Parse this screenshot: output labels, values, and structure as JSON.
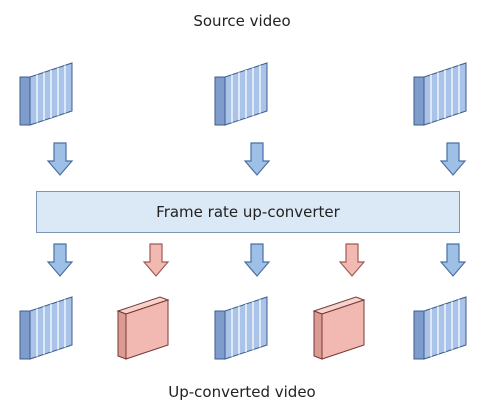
{
  "title_top": "Source video",
  "title_bottom": "Up-converted video",
  "converter_label": "Frame rate up-converter",
  "colors": {
    "source_frame": "#a9c4e8",
    "source_stroke": "#3f5d8c",
    "interpolated_frame": "#f2b9b3",
    "interpolated_stroke": "#7a3a33",
    "arrow_blue": "#9ec0e6",
    "arrow_blue_stroke": "#4a6fa3",
    "arrow_red": "#f2b9b3",
    "arrow_red_stroke": "#a05a52",
    "box_fill": "#dbe8f5"
  },
  "source_frames": [
    "source-frame-1",
    "source-frame-2",
    "source-frame-3"
  ],
  "output_frames": [
    {
      "kind": "source"
    },
    {
      "kind": "interpolated"
    },
    {
      "kind": "source"
    },
    {
      "kind": "interpolated"
    },
    {
      "kind": "source"
    }
  ]
}
